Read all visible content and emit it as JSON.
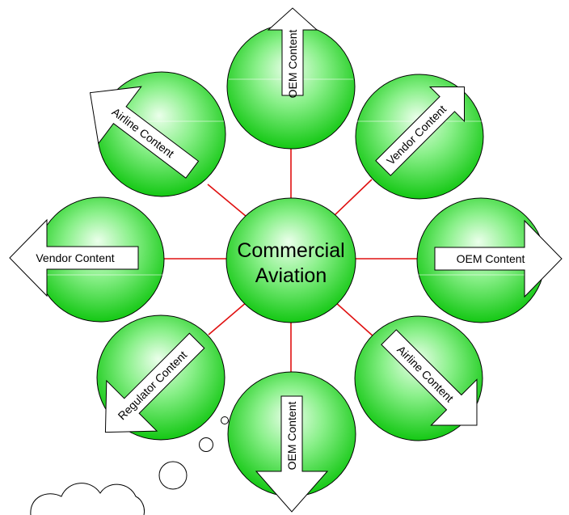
{
  "center": {
    "line1": "Commercial",
    "line2": "Aviation"
  },
  "nodes": [
    {
      "label": "OEM Content"
    },
    {
      "label": "Vendor Content"
    },
    {
      "label": "OEM Content"
    },
    {
      "label": "Airline Content"
    },
    {
      "label": "OEM Content"
    },
    {
      "label": "Regulator Content"
    },
    {
      "label": "Vendor Content"
    },
    {
      "label": "Airline Content"
    }
  ],
  "colors": {
    "ball_light": "#ebffeb",
    "ball_mid": "#8af08a",
    "ball_dark": "#14c814",
    "connector": "#e01010",
    "outline": "#000000"
  }
}
